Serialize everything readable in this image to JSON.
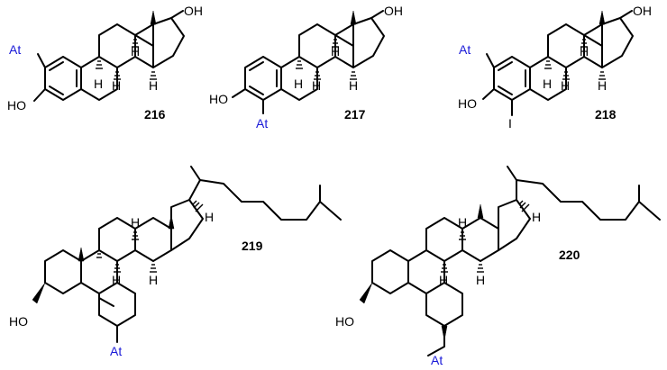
{
  "colors": {
    "astatine": "#1a1ad8",
    "text": "#000000",
    "bonds": "#000000"
  },
  "compounds": {
    "c216": {
      "number": "216",
      "oh17": "OH",
      "ho3": "HO",
      "at": "At"
    },
    "c217": {
      "number": "217",
      "oh17": "OH",
      "ho3": "HO",
      "at": "At"
    },
    "c218": {
      "number": "218",
      "oh17": "OH",
      "ho3": "HO",
      "at": "At",
      "iodo": "I"
    },
    "c219": {
      "number": "219",
      "ho3": "HO",
      "at": "At"
    },
    "c220": {
      "number": "220",
      "ho3": "HO",
      "at": "At"
    }
  },
  "stereo_h": "H"
}
